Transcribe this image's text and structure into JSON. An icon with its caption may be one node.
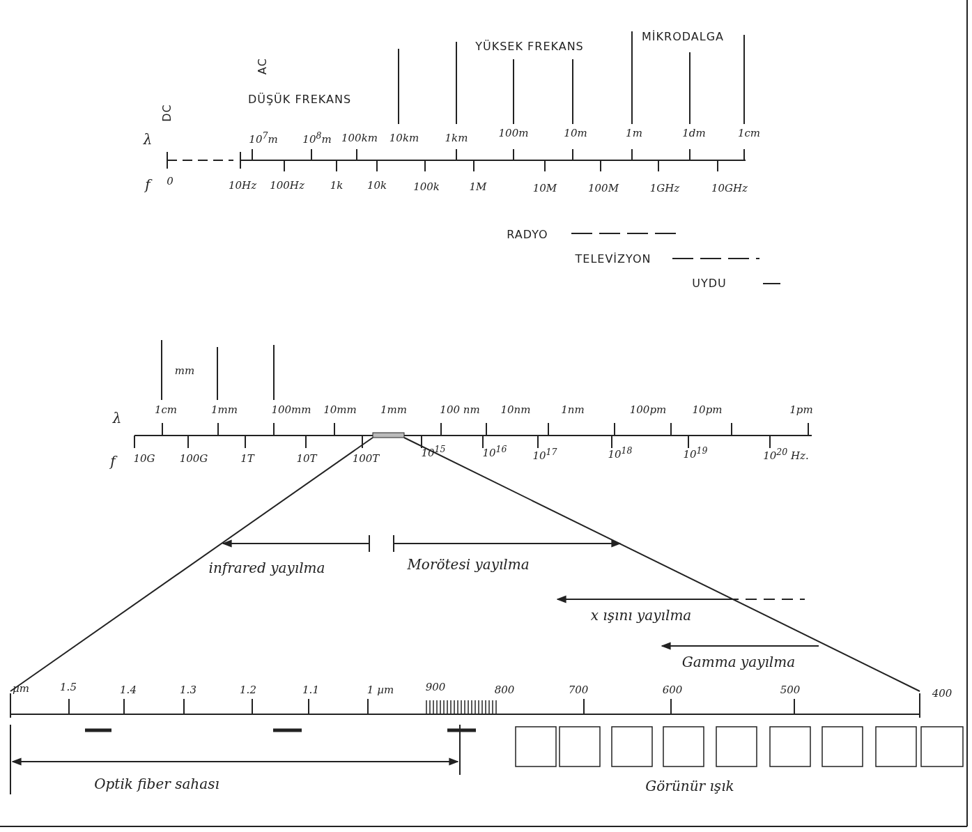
{
  "diagram": {
    "labels": [
      "YÜKSEK FREKANS",
      "MİKRODALGA",
      "AC",
      "DÜŞÜK FREKANS",
      "DC",
      "λ",
      "10$^{7}$m",
      "10$^{8}$m",
      "100km",
      "10km",
      "1km",
      "100m",
      "10m",
      "1m",
      "1dm",
      "1cm",
      "f",
      "0",
      "10Hz",
      "100Hz",
      "1k",
      "10k",
      "100k",
      "1M",
      "10M",
      "100M",
      "1GHz",
      "10GHz",
      "RADYO",
      "TELEVİZYON",
      "UYDU",
      "mm",
      "λ",
      "1cm",
      "1mm",
      "100mm",
      "10mm",
      "1mm",
      "100 nm",
      "10nm",
      "1nm",
      "100pm",
      "10pm",
      "1pm",
      "f",
      "10G",
      "100G",
      "1T",
      "10T",
      "100T",
      "10$^{15}$",
      "10$^{16}$",
      "10$^{17}$",
      "10$^{18}$",
      "10$^{19}$",
      "10$^{20}$ Hz.",
      "infrared yayılma",
      "Morötesi yayılma",
      "x ışını yayılma",
      "Gamma yayılma",
      "µm",
      "1.5",
      "1.4",
      "1.3",
      "1.2",
      "1.1",
      "1 µm",
      "900",
      "800",
      "700",
      "600",
      "500",
      "400",
      "Optik fiber sahası",
      "Görünür ışık"
    ]
  }
}
